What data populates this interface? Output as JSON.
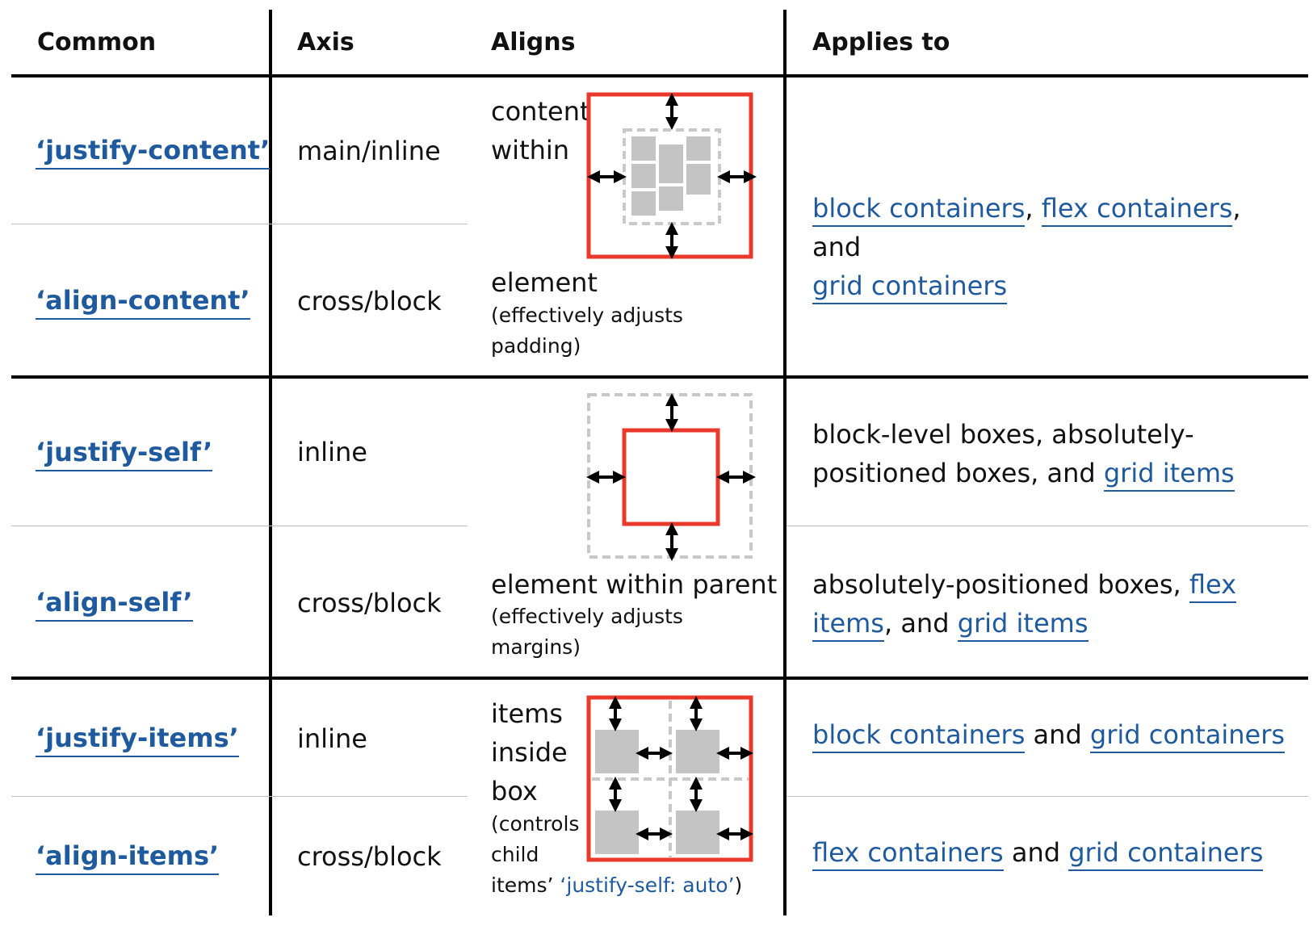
{
  "header": {
    "common": "Common",
    "axis": "Axis",
    "aligns": "Aligns",
    "applies_to": "Applies to"
  },
  "rows": {
    "justify_content": {
      "property": "‘justify-content’",
      "axis": "main/inline"
    },
    "align_content": {
      "property": "‘align-content’",
      "axis": "cross/block"
    },
    "justify_self": {
      "property": "‘justify-self’",
      "axis": "inline"
    },
    "align_self": {
      "property": "‘align-self’",
      "axis": "cross/block"
    },
    "justify_items": {
      "property": "‘justify-items’",
      "axis": "inline"
    },
    "align_items": {
      "property": "‘align-items’",
      "axis": "cross/block"
    }
  },
  "aligns": {
    "content": {
      "line1": "content",
      "line2": "within",
      "line3": "element",
      "note1": "(effectively adjusts",
      "note2": "padding)"
    },
    "self": {
      "line1": "element within parent",
      "note1": "(effectively adjusts",
      "note2": "margins)"
    },
    "items": {
      "line1": "items",
      "line2": "inside",
      "line3": "box",
      "note1": "(controls",
      "note2": "child",
      "note3_prefix": "items’",
      "note3_code": "‘justify-self: auto’",
      "note3_suffix": ")"
    }
  },
  "applies": {
    "content": {
      "link1": "block containers",
      "sep1": ",",
      "link2": "flex containers",
      "sep2": ", and",
      "link3": "grid containers"
    },
    "justify_self": {
      "text1": "block-level boxes, absolutely-",
      "text2": "positioned boxes, and",
      "link1": "grid items"
    },
    "align_self": {
      "text1": "absolutely-positioned boxes,",
      "link1": "flex",
      "link1b": "items",
      "sep1": ", and",
      "link2": "grid items"
    },
    "justify_items": {
      "link1": "block containers",
      "sep1": "and",
      "link2": "grid containers"
    },
    "align_items": {
      "link1": "flex containers",
      "sep1": "and",
      "link2": "grid containers"
    }
  },
  "colors": {
    "accent_red": "#e8392b",
    "link_blue": "#1f5a9e",
    "box_gray": "#c4c4c4",
    "dash_gray": "#c8c8c8"
  }
}
